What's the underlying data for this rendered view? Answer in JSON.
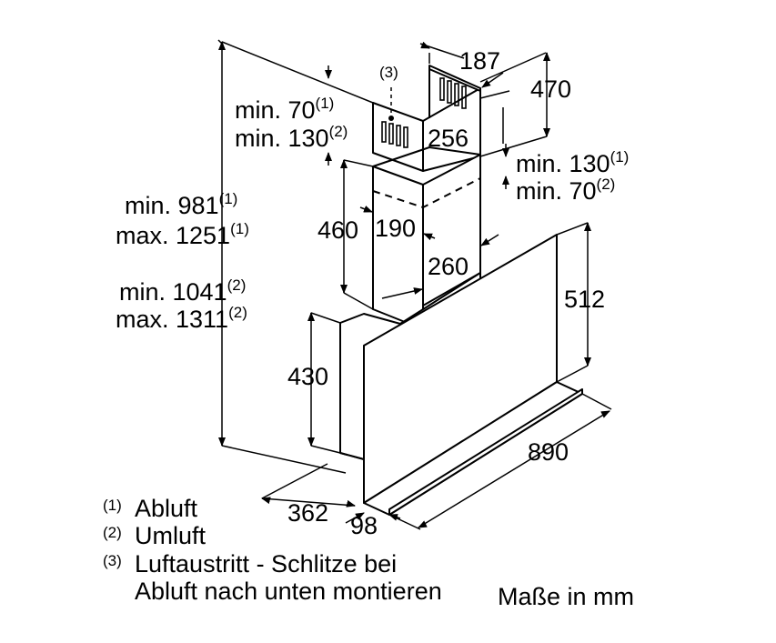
{
  "dimensions": {
    "d187": "187",
    "d470": "470",
    "d256": "256",
    "d190": "190",
    "d460": "460",
    "d260": "260",
    "d512": "512",
    "d430": "430",
    "d890": "890",
    "d362": "362",
    "d98": "98"
  },
  "outlet_marker": "(3)",
  "top_left_gap": {
    "line1_prefix": "min. 70",
    "line1_note": "(1)",
    "line2_prefix": "min. 130",
    "line2_note": "(2)"
  },
  "right_gap": {
    "line1_prefix": "min. 130",
    "line1_note": "(1)",
    "line2_prefix": "min. 70",
    "line2_note": "(2)"
  },
  "total_height_exhaust": {
    "line1_prefix": "min. 981",
    "line1_note": "(1)",
    "line2_prefix": "max. 1251",
    "line2_note": "(1)"
  },
  "total_height_recirc": {
    "line1_prefix": "min. 1041",
    "line1_note": "(2)",
    "line2_prefix": "max. 1311",
    "line2_note": "(2)"
  },
  "legend": [
    {
      "marker": "(1)",
      "text": "Abluft"
    },
    {
      "marker": "(2)",
      "text": "Umluft"
    },
    {
      "marker": "(3)",
      "text": "Luftaustritt - Schlitze bei"
    }
  ],
  "legend_continuation": "Abluft nach unten montieren",
  "units_note": "Maße in mm"
}
